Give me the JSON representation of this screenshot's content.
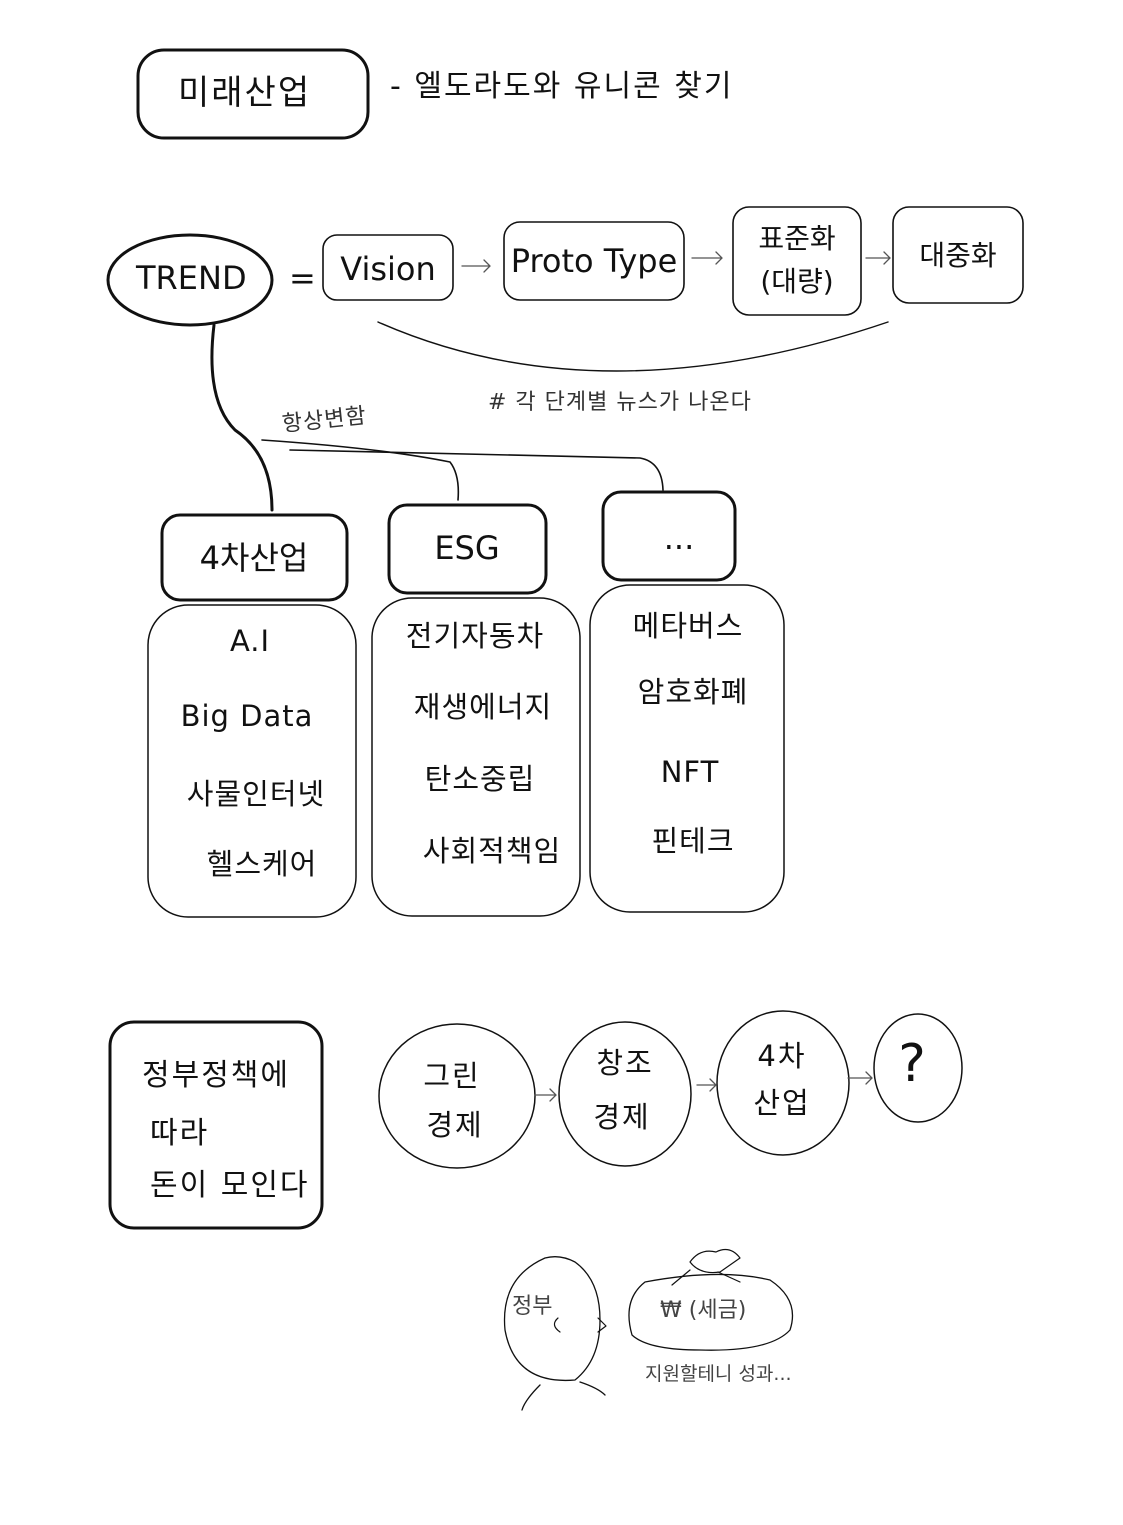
{
  "header": {
    "title": "미래산업",
    "subtitle": "- 엘도라도와 유니콘 찾기"
  },
  "trend": {
    "label": "TREND",
    "equals": "=",
    "stages": [
      {
        "label": "Vision"
      },
      {
        "label": "Proto Type"
      },
      {
        "label": "표준화",
        "sub": "(대량)"
      },
      {
        "label": "대중화"
      }
    ],
    "arrow": "→",
    "note": "# 각 단계별 뉴스가 나온다",
    "branch_label": "항상변함"
  },
  "categories": [
    {
      "title": "4차산업",
      "items": [
        "A.I",
        "Big Data",
        "사물인터넷",
        "헬스케어"
      ]
    },
    {
      "title": "ESG",
      "items": [
        "전기자동차",
        "재생에너지",
        "탄소중립",
        "사회적책임"
      ]
    },
    {
      "title": "...",
      "items": [
        "메타버스",
        "암호화폐",
        "NFT",
        "핀테크"
      ]
    }
  ],
  "government": {
    "box_lines": [
      "정부정책에",
      "따라",
      "돈이 모인다"
    ],
    "economy_flow": [
      {
        "lines": [
          "그린",
          "경제"
        ]
      },
      {
        "lines": [
          "창조",
          "경제"
        ]
      },
      {
        "lines": [
          "4차",
          "산업"
        ]
      },
      {
        "lines": [
          "?"
        ]
      }
    ],
    "person_label": "정부",
    "money_label": "₩ (세금)",
    "caption": "지원할테니 성과..."
  }
}
